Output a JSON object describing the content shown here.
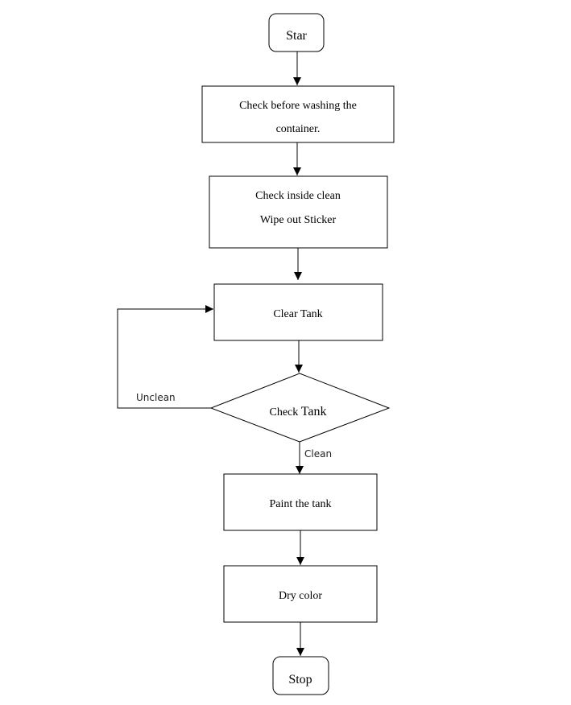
{
  "nodes": {
    "start": {
      "label": "Star"
    },
    "check_before": {
      "line1": "Check before washing the",
      "line2": "container."
    },
    "check_inside": {
      "line1": "Check inside clean",
      "line2": "Wipe out Sticker"
    },
    "clear_tank": {
      "label": "Clear Tank"
    },
    "check_tank": {
      "label_a": "Check ",
      "label_b": "Tank"
    },
    "paint": {
      "label": "Paint the tank"
    },
    "dry": {
      "label": "Dry color"
    },
    "stop": {
      "label": "Stop"
    }
  },
  "edges": {
    "unclean": {
      "label": "Unclean"
    },
    "clean": {
      "label": "Clean"
    }
  }
}
